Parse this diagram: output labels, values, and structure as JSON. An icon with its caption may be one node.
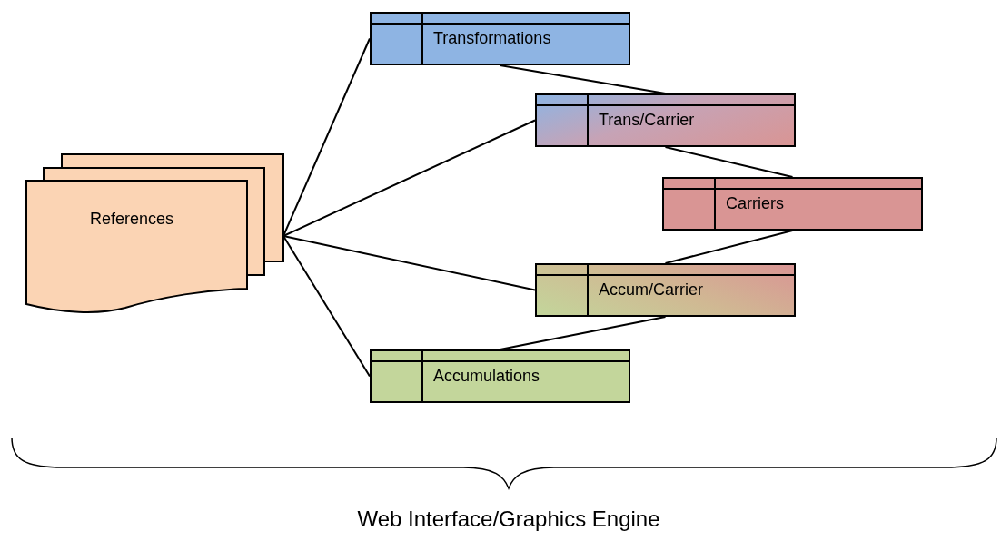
{
  "diagram": {
    "nodes": [
      {
        "text": [
          "References"
        ]
      },
      {
        "text": [
          "Transformations"
        ]
      },
      {
        "text": [
          "Trans/Carrier"
        ]
      },
      {
        "text": [
          "Carriers"
        ]
      },
      {
        "text": [
          "Accum/Carrier"
        ]
      },
      {
        "text": [
          "Accumulations"
        ]
      }
    ],
    "edges": [
      {
        "from": 0,
        "to": 1,
        "arrow": "none"
      },
      {
        "from": 0,
        "to": 2,
        "arrow": "none"
      },
      {
        "from": 0,
        "to": 4,
        "arrow": "none"
      },
      {
        "from": 0,
        "to": 5,
        "arrow": "none"
      },
      {
        "from": 1,
        "to": 2,
        "arrow": "none"
      },
      {
        "from": 2,
        "to": 3,
        "arrow": "none"
      },
      {
        "from": 3,
        "to": 4,
        "arrow": "none"
      },
      {
        "from": 4,
        "to": 5,
        "arrow": "none"
      }
    ],
    "labels": [
      "Web Interface/Graphics Engine"
    ]
  }
}
